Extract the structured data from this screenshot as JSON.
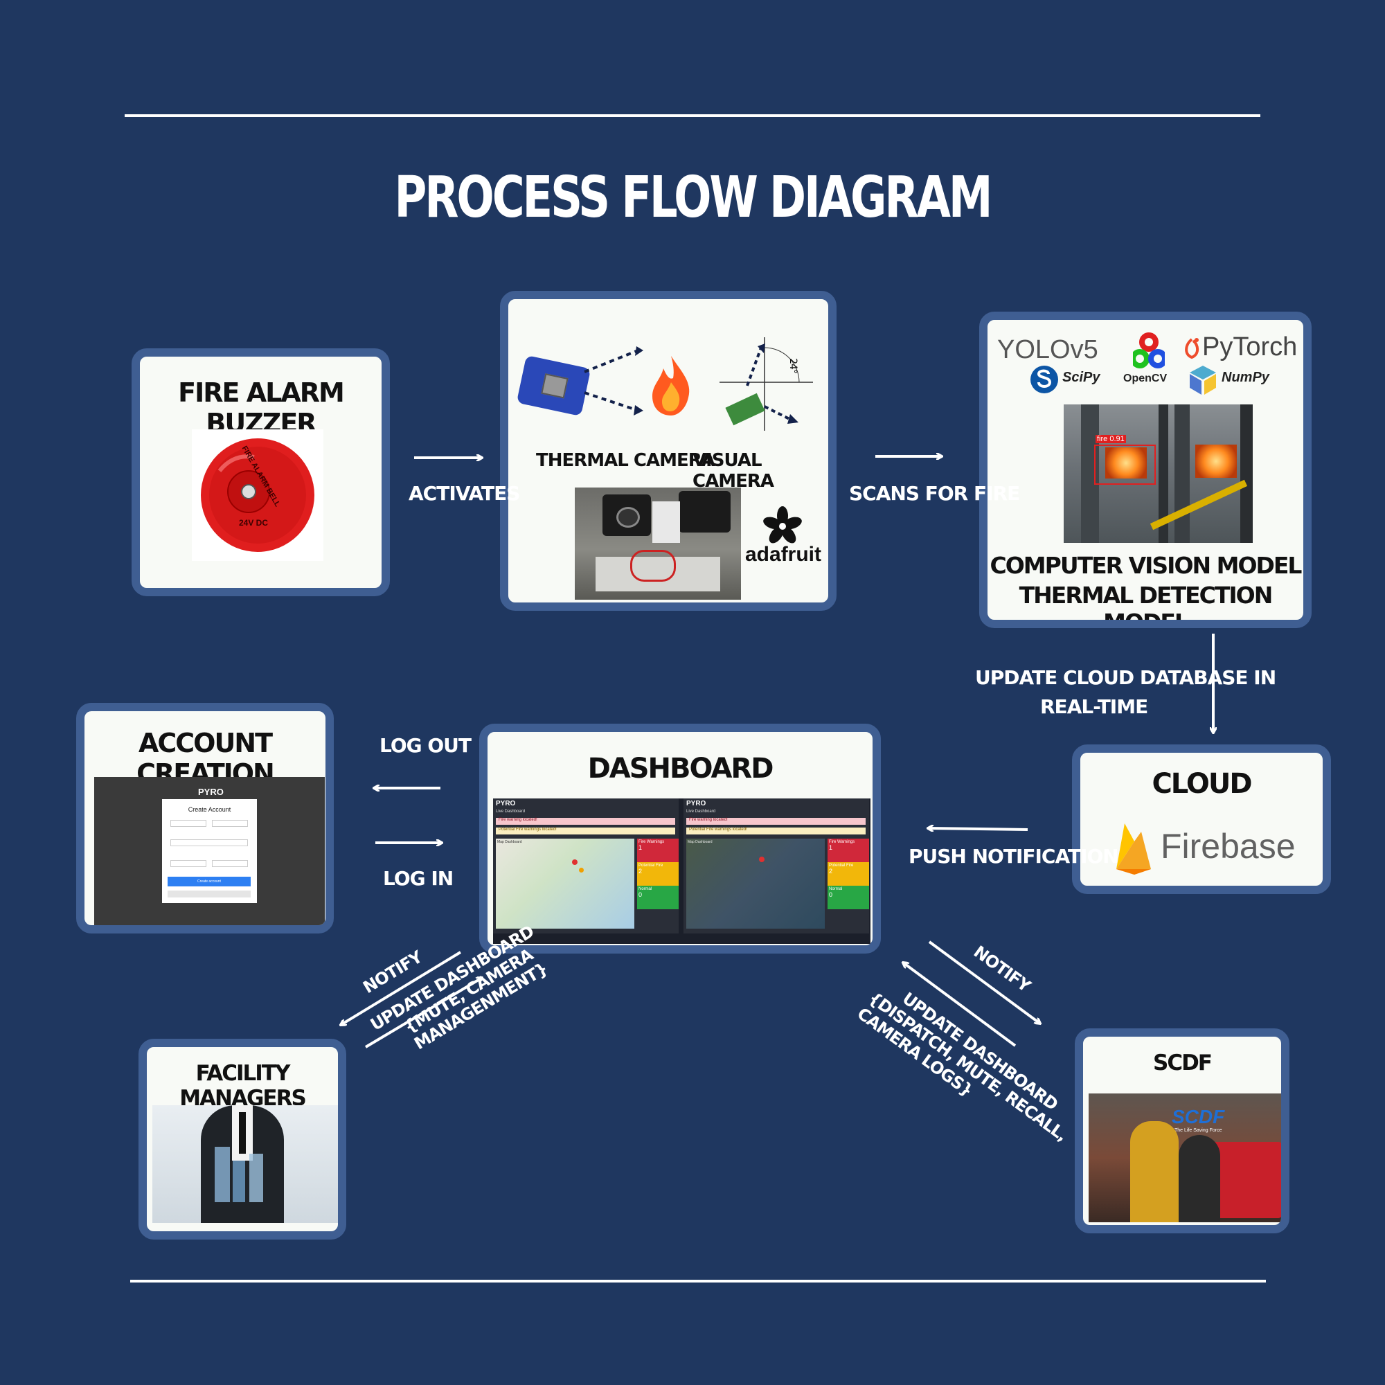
{
  "title": "PROCESS FLOW DIAGRAM",
  "nodes": {
    "fire_alarm": {
      "title": "FIRE ALARM BUZZER",
      "bell_text_top": "FIRE ALARM BELL",
      "bell_text_bottom": "24V DC"
    },
    "sensors": {
      "thermal": "THERMAL CAMERA",
      "visual": "VISUAL CAMERA",
      "brand": "adafruit",
      "angle": "24°"
    },
    "models": {
      "title_line1": "COMPUTER VISION MODEL",
      "title_line2": "THERMAL DETECTION MODEL",
      "logos": {
        "yolo": "YOLOv5",
        "pytorch": "PyTorch",
        "scipy": "SciPy",
        "opencv": "OpenCV",
        "numpy": "NumPy"
      },
      "detection_label": "fire 0.91"
    },
    "cloud": {
      "title": "CLOUD",
      "service": "Firebase"
    },
    "dashboard": {
      "title": "DASHBOARD",
      "brand": "PYRO",
      "live": "Live Dashboard",
      "alert1": "Fire warning located!",
      "alert2": "Potential Fire warnings located!",
      "map": "Map Dashboard",
      "stat1_label": "Fire Warnings",
      "stat1_value": "1",
      "stat2_label": "Potential Fire",
      "stat2_value": "2",
      "stat3_label": "Normal",
      "stat3_value": "0"
    },
    "account": {
      "title": "ACCOUNT CREATION",
      "brand": "PYRO",
      "form_title": "Create Account",
      "submit": "Create account"
    },
    "facility": {
      "title": "FACILITY MANAGERS"
    },
    "scdf": {
      "title": "SCDF",
      "logo": "SCDF",
      "tagline": "The Life Saving Force"
    }
  },
  "edges": {
    "activates": "ACTIVATES",
    "scans": "SCANS FOR FIRE",
    "update_cloud_1": "UPDATE CLOUD DATABASE IN",
    "update_cloud_2": "REAL-TIME",
    "push": "PUSH NOTIFICATION",
    "logout": "LOG OUT",
    "login": "LOG IN",
    "notify_left": "NOTIFY",
    "update_left_1": "UPDATE DASHBOARD",
    "update_left_2": "{MUTE, CAMERA",
    "update_left_3": "MANAGENMENT}",
    "notify_right": "NOTIFY",
    "update_right_1": "UPDATE DASHBOARD",
    "update_right_2": "{DISPATCH, MUTE, RECALL,",
    "update_right_3": "CAMERA LOGS}"
  },
  "colors": {
    "background": "#1f3760",
    "card_border": "#3f5e92",
    "card_fill": "#f8faf6",
    "alarm_red": "#e01e1e",
    "firebase_orange": "#f5a623"
  }
}
